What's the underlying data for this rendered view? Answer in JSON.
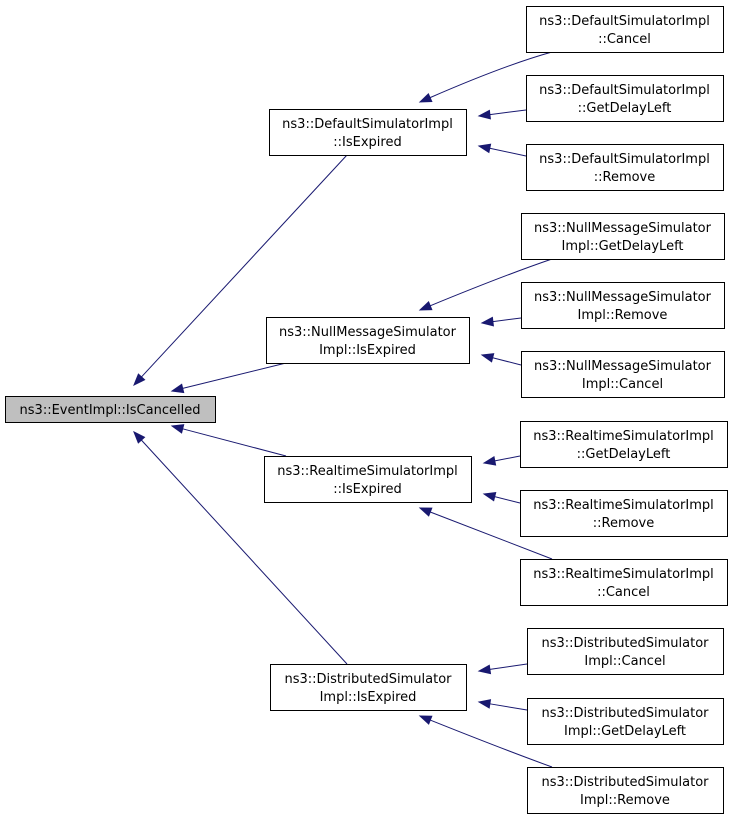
{
  "diagram": {
    "colors": {
      "edge": "#191970",
      "node_border": "#000000",
      "root_fill": "#bfbfbf",
      "node_fill": "#ffffff",
      "background": "#ffffff"
    },
    "nodes": [
      {
        "id": "root",
        "lines": [
          "ns3::EventImpl::IsCancelled"
        ]
      },
      {
        "id": "dsi_isexpired",
        "lines": [
          "ns3::DefaultSimulatorImpl",
          "::IsExpired"
        ]
      },
      {
        "id": "dsi_cancel",
        "lines": [
          "ns3::DefaultSimulatorImpl",
          "::Cancel"
        ]
      },
      {
        "id": "dsi_getdelayleft",
        "lines": [
          "ns3::DefaultSimulatorImpl",
          "::GetDelayLeft"
        ]
      },
      {
        "id": "dsi_remove",
        "lines": [
          "ns3::DefaultSimulatorImpl",
          "::Remove"
        ]
      },
      {
        "id": "nms_isexpired",
        "lines": [
          "ns3::NullMessageSimulator",
          "Impl::IsExpired"
        ]
      },
      {
        "id": "nms_getdelayleft",
        "lines": [
          "ns3::NullMessageSimulator",
          "Impl::GetDelayLeft"
        ]
      },
      {
        "id": "nms_remove",
        "lines": [
          "ns3::NullMessageSimulator",
          "Impl::Remove"
        ]
      },
      {
        "id": "nms_cancel",
        "lines": [
          "ns3::NullMessageSimulator",
          "Impl::Cancel"
        ]
      },
      {
        "id": "rts_isexpired",
        "lines": [
          "ns3::RealtimeSimulatorImpl",
          "::IsExpired"
        ]
      },
      {
        "id": "rts_getdelayleft",
        "lines": [
          "ns3::RealtimeSimulatorImpl",
          "::GetDelayLeft"
        ]
      },
      {
        "id": "rts_remove",
        "lines": [
          "ns3::RealtimeSimulatorImpl",
          "::Remove"
        ]
      },
      {
        "id": "rts_cancel",
        "lines": [
          "ns3::RealtimeSimulatorImpl",
          "::Cancel"
        ]
      },
      {
        "id": "dist_isexpired",
        "lines": [
          "ns3::DistributedSimulator",
          "Impl::IsExpired"
        ]
      },
      {
        "id": "dist_cancel",
        "lines": [
          "ns3::DistributedSimulator",
          "Impl::Cancel"
        ]
      },
      {
        "id": "dist_getdelayleft",
        "lines": [
          "ns3::DistributedSimulator",
          "Impl::GetDelayLeft"
        ]
      },
      {
        "id": "dist_remove",
        "lines": [
          "ns3::DistributedSimulator",
          "Impl::Remove"
        ]
      }
    ],
    "edges": [
      {
        "from": "dsi_isexpired",
        "to": "root"
      },
      {
        "from": "nms_isexpired",
        "to": "root"
      },
      {
        "from": "rts_isexpired",
        "to": "root"
      },
      {
        "from": "dist_isexpired",
        "to": "root"
      },
      {
        "from": "dsi_cancel",
        "to": "dsi_isexpired"
      },
      {
        "from": "dsi_getdelayleft",
        "to": "dsi_isexpired"
      },
      {
        "from": "dsi_remove",
        "to": "dsi_isexpired"
      },
      {
        "from": "nms_getdelayleft",
        "to": "nms_isexpired"
      },
      {
        "from": "nms_remove",
        "to": "nms_isexpired"
      },
      {
        "from": "nms_cancel",
        "to": "nms_isexpired"
      },
      {
        "from": "rts_getdelayleft",
        "to": "rts_isexpired"
      },
      {
        "from": "rts_remove",
        "to": "rts_isexpired"
      },
      {
        "from": "rts_cancel",
        "to": "rts_isexpired"
      },
      {
        "from": "dist_cancel",
        "to": "dist_isexpired"
      },
      {
        "from": "dist_getdelayleft",
        "to": "dist_isexpired"
      },
      {
        "from": "dist_remove",
        "to": "dist_isexpired"
      }
    ]
  }
}
